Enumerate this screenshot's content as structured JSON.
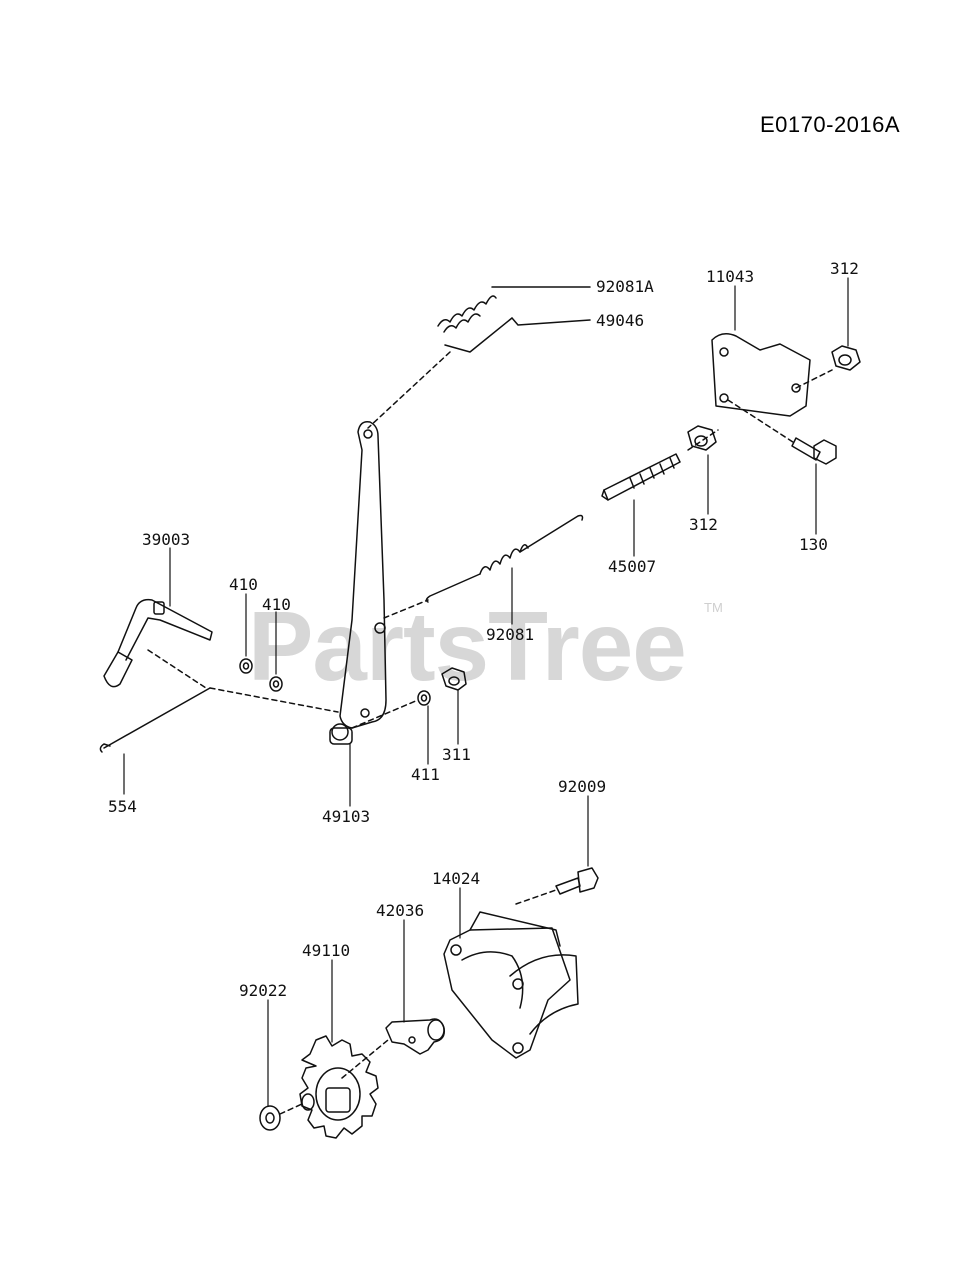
{
  "diagram_code": "E0170-2016A",
  "watermark": {
    "brand": "PartsTree",
    "trademark": "TM"
  },
  "part_numbers": {
    "p92081A": "92081A",
    "p49046": "49046",
    "p11043": "11043",
    "p312_top": "312",
    "p312_mid": "312",
    "p130": "130",
    "p45007": "45007",
    "p39003": "39003",
    "p410_a": "410",
    "p410_b": "410",
    "p92081": "92081",
    "p554": "554",
    "p49103": "49103",
    "p411": "411",
    "p311": "311",
    "p92009": "92009",
    "p14024": "14024",
    "p42036": "42036",
    "p49110": "49110",
    "p92022": "92022"
  }
}
